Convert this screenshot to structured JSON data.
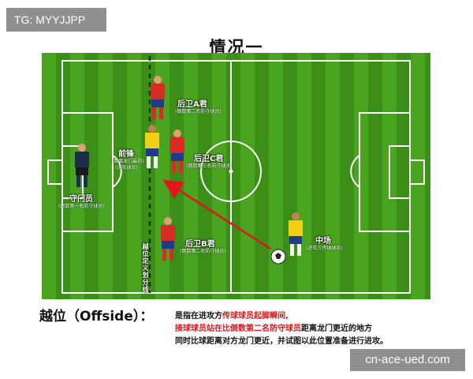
{
  "badge": {
    "text": "TG: MYYJJPP"
  },
  "title": "情况一",
  "players": {
    "fullback_a": {
      "name": "后卫A君",
      "desc": "(倒数第二名防守球员)"
    },
    "forward": {
      "name": "前锋",
      "desc1": "(距离龙门最前)",
      "desc2": "(进攻球员)"
    },
    "fullback_c": {
      "name": "后卫C君",
      "desc": "(倒数第三名防守球员)"
    },
    "goalkeeper": {
      "name": "守门员",
      "desc": "(倒数第一名防守球员)"
    },
    "fullback_b": {
      "name": "后卫B君",
      "desc": "(倒数第二名防守球员)"
    },
    "midfield": {
      "name": "中场",
      "desc": "(进攻方传球球员)"
    }
  },
  "offside_line_label": "越位定义划分线",
  "definition": {
    "term": "越位（Offside）：",
    "line1_a": "是指在进攻方",
    "line1_b": "传球球员起脚瞬间,",
    "line2_a": "接球球员站在比",
    "line2_b": "倒数第二名防守球员",
    "line2_c": "距离龙门更近的地方",
    "line3": "同时比球距离对方龙门更近，并试图以此位置准备进行进攻。"
  },
  "watermark": "cn-ace-ued.com",
  "colors": {
    "grass_light": "#4aa41f",
    "grass_dark": "#3b8f17",
    "defender_kit": "#d92b25",
    "attacker_kit": "#f2cf12",
    "goalkeeper_kit": "#1f2d4a",
    "pass_arrow": "#e3141b",
    "definition_highlight": "#d8161d"
  }
}
